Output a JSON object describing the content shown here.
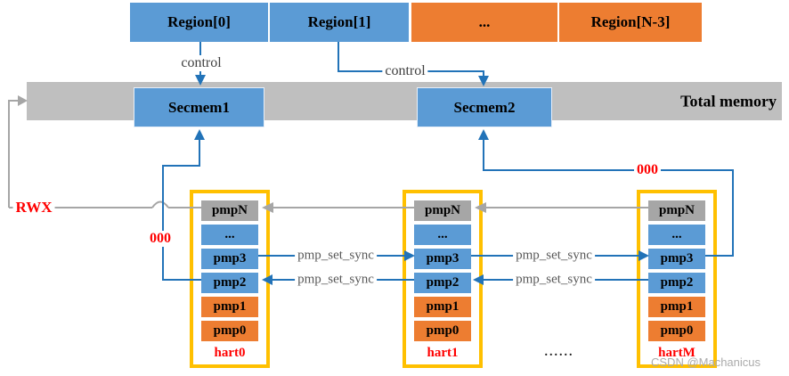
{
  "regions": [
    "Region[0]",
    "Region[1]",
    "...",
    "Region[N-3]"
  ],
  "memory": {
    "total_label": "Total memory",
    "secmems": [
      "Secmem1",
      "Secmem2"
    ]
  },
  "labels": {
    "control": "control",
    "rwx": "RWX",
    "zeros": "000",
    "sync": "pmp_set_sync",
    "ellipsis": "......"
  },
  "harts": [
    {
      "name": "hart0",
      "rows": [
        "pmpN",
        "...",
        "pmp3",
        "pmp2",
        "pmp1",
        "pmp0"
      ]
    },
    {
      "name": "hart1",
      "rows": [
        "pmpN",
        "...",
        "pmp3",
        "pmp2",
        "pmp1",
        "pmp0"
      ]
    },
    {
      "name": "hartM",
      "rows": [
        "pmpN",
        "...",
        "pmp3",
        "pmp2",
        "pmp1",
        "pmp0"
      ]
    }
  ],
  "watermark": {
    "text": "CSDN @Machanicus"
  },
  "colors": {
    "block_blue": "#5B9BD5",
    "block_orange": "#ED7D31",
    "hart_border_yellow": "#FFC000",
    "total_bar_gray": "#BFBFBF",
    "pmpn_gray": "#A6A6A6",
    "line_blue": "#2273B8",
    "line_gray": "#A6A6A6",
    "accent_red": "#FF0000",
    "label_gray": "#595959"
  }
}
